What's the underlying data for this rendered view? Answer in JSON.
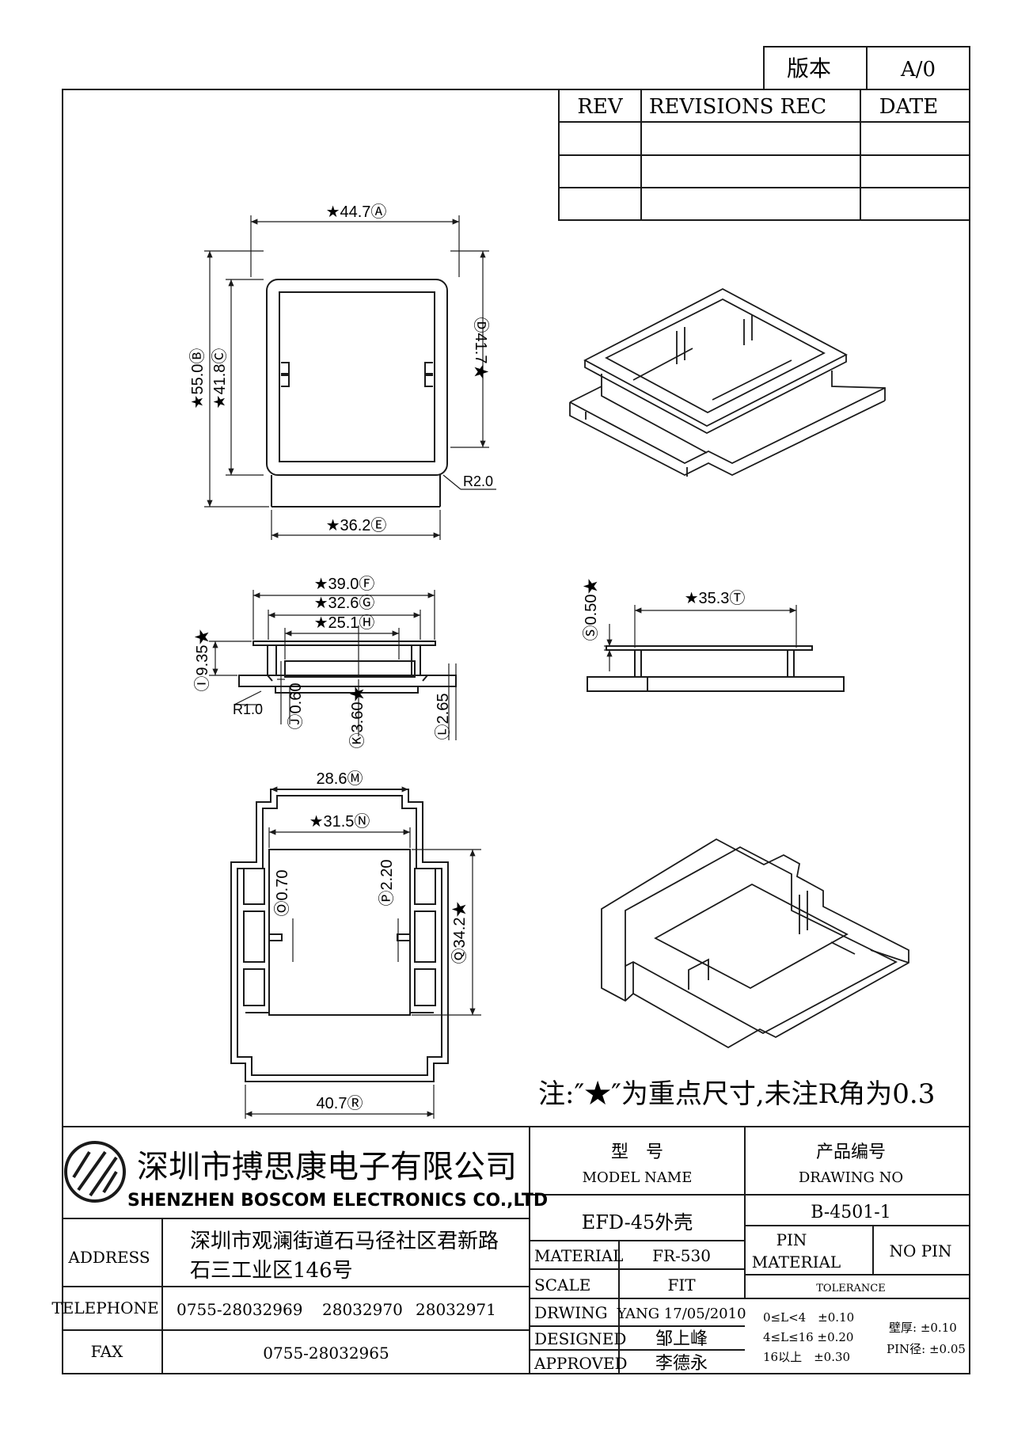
{
  "version_box": {
    "label": "版本",
    "value": "A/0"
  },
  "revisions": {
    "headers": {
      "rev": "REV",
      "rec": "REVISIONS REC",
      "date": "DATE"
    }
  },
  "top_view": {
    "dim_a": "★44.7Ⓐ",
    "dim_b": "★55.0Ⓑ",
    "dim_c": "★41.8Ⓒ",
    "dim_d": "Ⓓ41.7★",
    "dim_e": "★36.2Ⓔ",
    "radius": "R2.0"
  },
  "front_view": {
    "dim_f": "★39.0Ⓕ",
    "dim_g": "★32.6Ⓖ",
    "dim_h": "★25.1Ⓗ",
    "dim_i": "Ⓘ9.35★",
    "radius": "R1.0",
    "dim_j": "Ⓙ0.60",
    "dim_k": "Ⓚ3.60★",
    "dim_l": "Ⓛ2.65"
  },
  "side_view": {
    "dim_s": "Ⓢ0.50★",
    "dim_t": "★35.3Ⓣ"
  },
  "bottom_view": {
    "dim_m": "28.6Ⓜ",
    "dim_n": "★31.5Ⓝ",
    "dim_o": "Ⓞ0.70",
    "dim_p": "Ⓟ2.20",
    "dim_q": "Ⓠ34.2★",
    "dim_r": "40.7Ⓡ"
  },
  "note": "注:″★″为重点尺寸,未注R角为0.3",
  "title_block": {
    "company_cn": "深圳市搏思康电子有限公司",
    "company_en": "SHENZHEN BOSCOM ELECTRONICS CO.,LTD",
    "address_label": "ADDRESS",
    "address_line1": "深圳市观澜街道石马径社区君新路",
    "address_line2": "石三工业区146号",
    "telephone_label": "TELEPHONE",
    "telephone_1": "0755-28032969",
    "telephone_2": "28032970",
    "telephone_3": "28032971",
    "fax_label": "FAX",
    "fax": "0755-28032965",
    "model_cn": "型　号",
    "model_en": "MODEL NAME",
    "model_value": "EFD-45外壳",
    "drawing_cn": "产品编号",
    "drawing_en": "DRAWING NO",
    "drawing_value": "B-4501-1",
    "material_label": "MATERIAL",
    "material_value": "FR-530",
    "scale_label": "SCALE",
    "scale_value": "FIT",
    "drwing_label": "DRWING",
    "drwing_value": "YANG 17/05/2010",
    "designed_label": "DESIGNED",
    "designed_value": "邹上峰",
    "approved_label": "APPROVED",
    "approved_value": "李德永",
    "pin_material_1": "PIN",
    "pin_material_2": "MATERIAL",
    "pin_value": "NO PIN",
    "tolerance_label": "TOLERANCE",
    "tol_1": "0≤L<4　±0.10",
    "tol_2": "4≤L≤16 ±0.20",
    "tol_3": "16以上　±0.30",
    "wall_tol": "壁厚: ±0.10",
    "pin_tol": "PIN径: ±0.05"
  }
}
